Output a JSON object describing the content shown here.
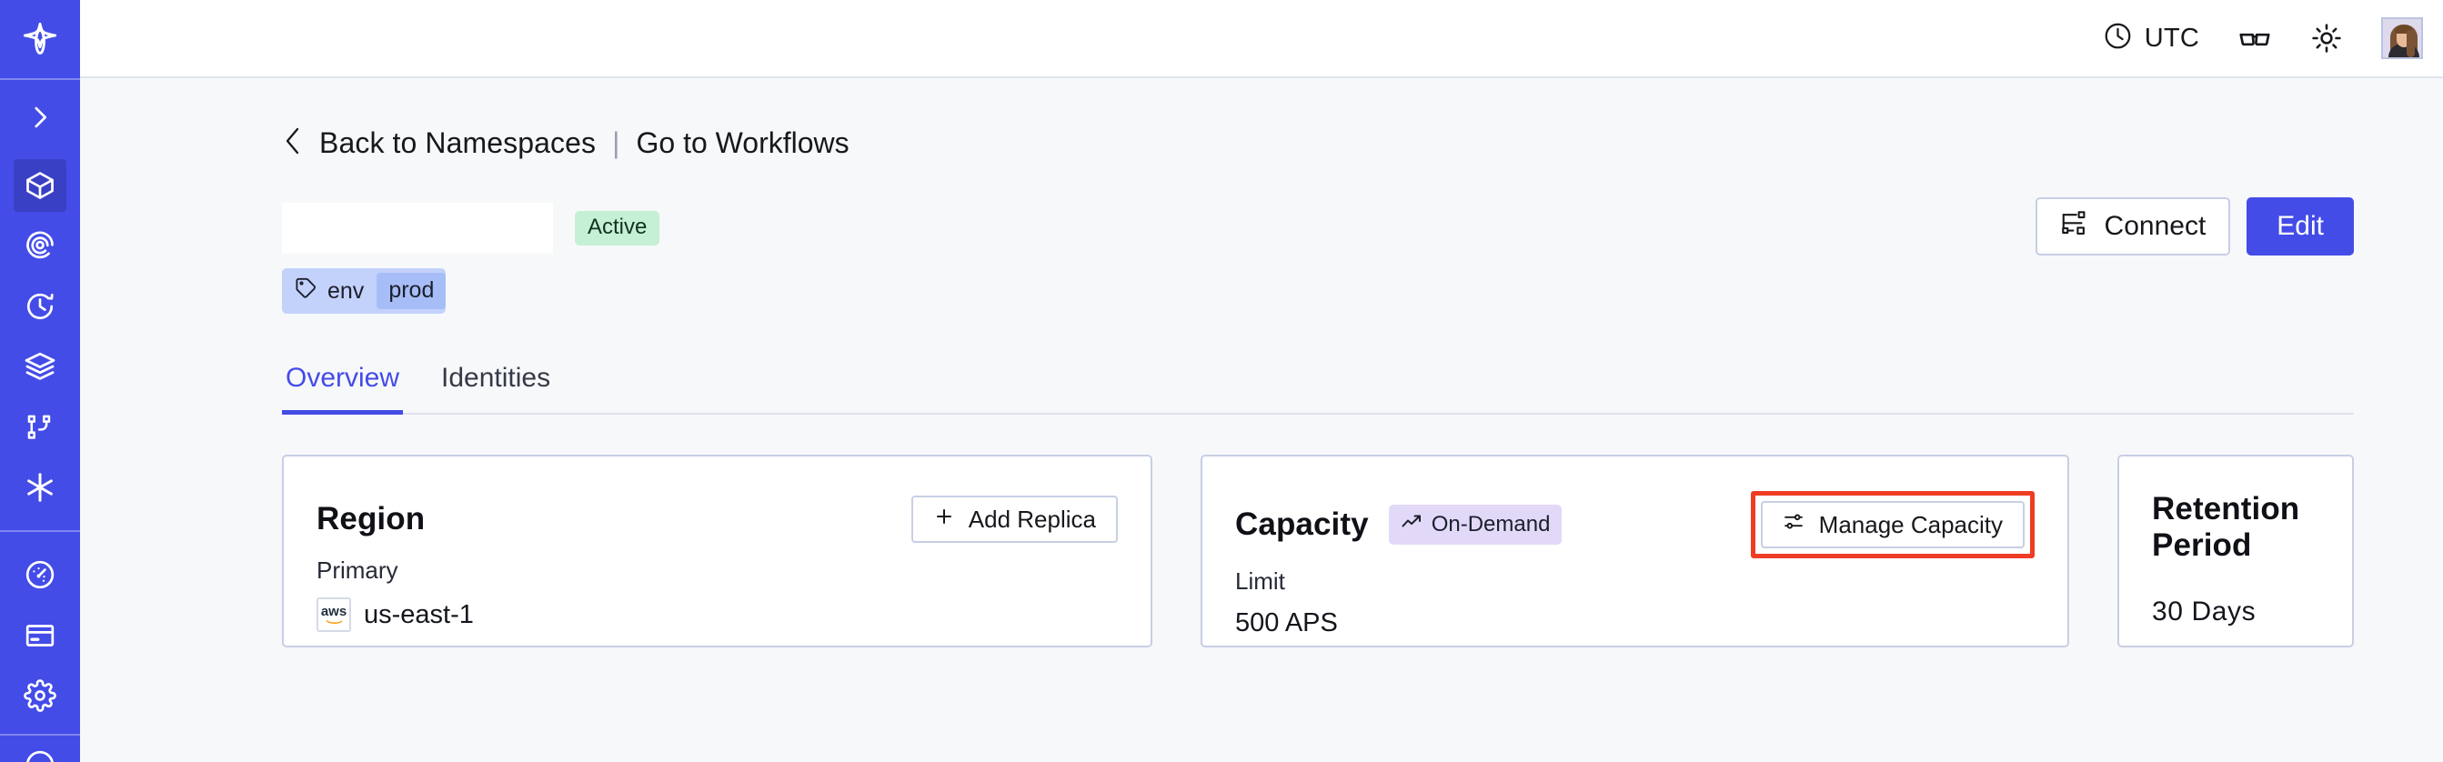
{
  "brand": {
    "accent": "#444ce7",
    "sidebar_bg": "#444ce7",
    "page_bg": "#f7f8fa",
    "highlight": "#ee3d24"
  },
  "sidebar": {
    "logo_name": "temporal-logo-icon",
    "items": [
      {
        "name": "expand-sidebar-icon",
        "label": "Expand"
      },
      {
        "name": "namespaces-cube-icon",
        "label": "Namespaces",
        "active": true
      },
      {
        "name": "spiral-eye-icon",
        "label": "Observability"
      },
      {
        "name": "clock-history-icon",
        "label": "History"
      },
      {
        "name": "layers-stack-icon",
        "label": "Layers"
      },
      {
        "name": "git-branch-nodes-icon",
        "label": "Workflows"
      },
      {
        "name": "asterisk-icon",
        "label": "Integrations"
      },
      {
        "name": "gauge-icon",
        "label": "Usage"
      },
      {
        "name": "credit-card-icon",
        "label": "Billing"
      },
      {
        "name": "gear-icon",
        "label": "Settings"
      }
    ]
  },
  "topbar": {
    "timezone_label": "UTC",
    "timezone_icon": "clock-icon",
    "glasses_icon": "glasses-icon",
    "theme_icon": "sun-icon",
    "avatar_name": "user-avatar"
  },
  "breadcrumb": {
    "back_icon": "chevron-left-icon",
    "back_label": "Back to Namespaces",
    "separator": "|",
    "link_label": "Go to Workflows"
  },
  "namespace": {
    "name": "",
    "name_redacted": true,
    "status_badge": "Active",
    "status_badge_color": "#c5f0d5",
    "tag": {
      "icon": "tag-icon",
      "key": "env",
      "value": "prod"
    }
  },
  "actions": {
    "connect_label": "Connect",
    "connect_icon": "connection-flow-icon",
    "edit_label": "Edit"
  },
  "tabs": [
    {
      "label": "Overview",
      "active": true
    },
    {
      "label": "Identities",
      "active": false
    }
  ],
  "cards": {
    "region": {
      "title": "Region",
      "action_label": "Add Replica",
      "action_icon": "plus-icon",
      "sub_label": "Primary",
      "provider_icon": "aws-logo-icon",
      "provider_text": "aws",
      "value": "us-east-1"
    },
    "capacity": {
      "title": "Capacity",
      "badge_label": "On-Demand",
      "badge_icon": "trending-up-icon",
      "badge_color": "#e2d9f9",
      "action_label": "Manage Capacity",
      "action_icon": "sliders-icon",
      "action_highlighted": true,
      "sub_label": "Limit",
      "value": "500 APS"
    },
    "retention": {
      "title": "Retention Period",
      "value": "30  Days"
    }
  }
}
